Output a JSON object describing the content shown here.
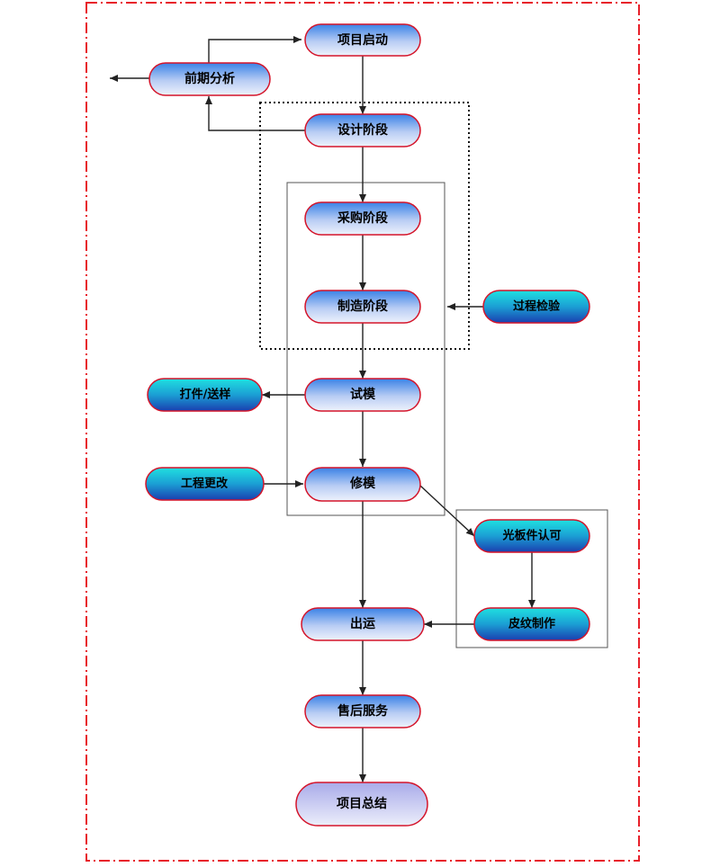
{
  "nodes": {
    "project_start": "项目启动",
    "preliminary_analysis": "前期分析",
    "design_phase": "设计阶段",
    "procurement_phase": "采购阶段",
    "manufacturing_phase": "制造阶段",
    "process_inspection": "过程检验",
    "trial_mold": "试模",
    "sample_delivery": "打件/送样",
    "engineering_change": "工程更改",
    "mold_repair": "修模",
    "smooth_part_approval": "光板件认可",
    "texture_making": "皮纹制作",
    "shipment": "出运",
    "after_sales_service": "售后服务",
    "project_summary": "项目总结"
  },
  "colors": {
    "outer_border": "#e8202a",
    "node_border": "#d4142a",
    "main_fill_top": "#3a82e6",
    "main_fill_bottom": "#e9eefa",
    "side_fill_top": "#16d3d8",
    "side_fill_bottom": "#1a3fb0",
    "end_fill": "#c4c6f2",
    "arrow": "#222222"
  }
}
